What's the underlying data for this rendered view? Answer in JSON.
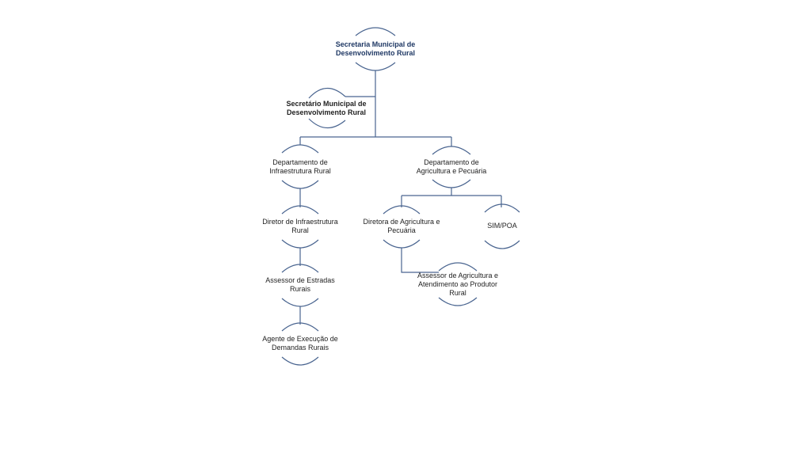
{
  "colors": {
    "line": "#4a6590",
    "text": "#1f1f1f",
    "title_text": "#1f3864"
  },
  "nodes": {
    "secretaria": "Secretaria Municipal de Desenvolvimento Rural",
    "secretario": "Secretário Municipal de Desenvolvimento Rural",
    "dep_infra": "Departamento de Infraestrutura Rural",
    "dep_agri": "Departamento de Agricultura e Pecuária",
    "dir_infra": "Diretor de Infraestrutura Rural",
    "diretora_agri": "Diretora de Agricultura e Pecuária",
    "sim_poa": "SIM/POA",
    "assessor_estradas": "Assessor de Estradas Rurais",
    "assessor_agri": "Assessor de Agricultura e Atendimento ao Produtor Rural",
    "agente": "Agente de Execução de Demandas Rurais"
  }
}
